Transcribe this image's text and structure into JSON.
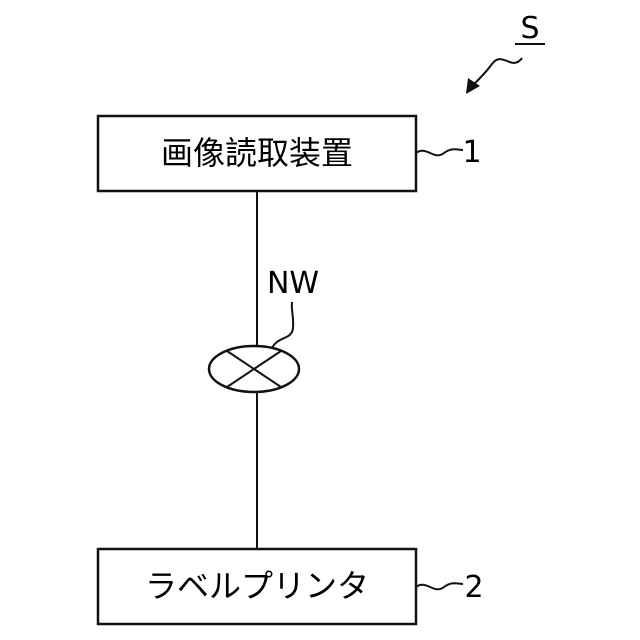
{
  "system_label": "S",
  "device_1": {
    "label": "画像読取装置",
    "ref": "1"
  },
  "device_2": {
    "label": "ラベルプリンタ",
    "ref": "2"
  },
  "network": {
    "label": "NW"
  },
  "colors": {
    "stroke": "#111111",
    "background": "#ffffff"
  }
}
